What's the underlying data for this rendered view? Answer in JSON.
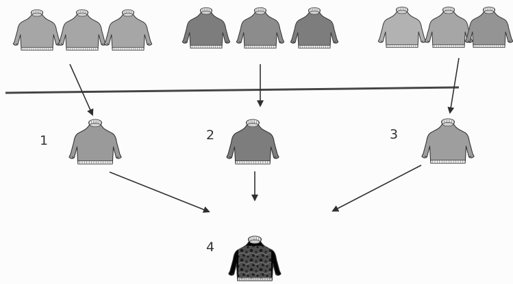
{
  "diagram": {
    "step_labels": {
      "one": "1",
      "two": "2",
      "three": "3",
      "four": "4"
    },
    "colors": {
      "background": "#fcfcfc",
      "sweater_light": "#a6a6a6",
      "sweater_mid": "#8c8c8c",
      "sweater_dark": "#7d7d7d",
      "outline": "#333333",
      "cuff": "#e9e9e9",
      "divider": "#444444",
      "arrow": "#2f2f2f",
      "final_pattern": "#3c3c3c"
    },
    "top_groups": [
      {
        "name": "group-1",
        "count": 3,
        "shade": "light"
      },
      {
        "name": "group-2",
        "count": 3,
        "shade": "dark"
      },
      {
        "name": "group-3",
        "count": 3,
        "shade": "light"
      }
    ],
    "result": {
      "pattern": "mottled"
    }
  }
}
